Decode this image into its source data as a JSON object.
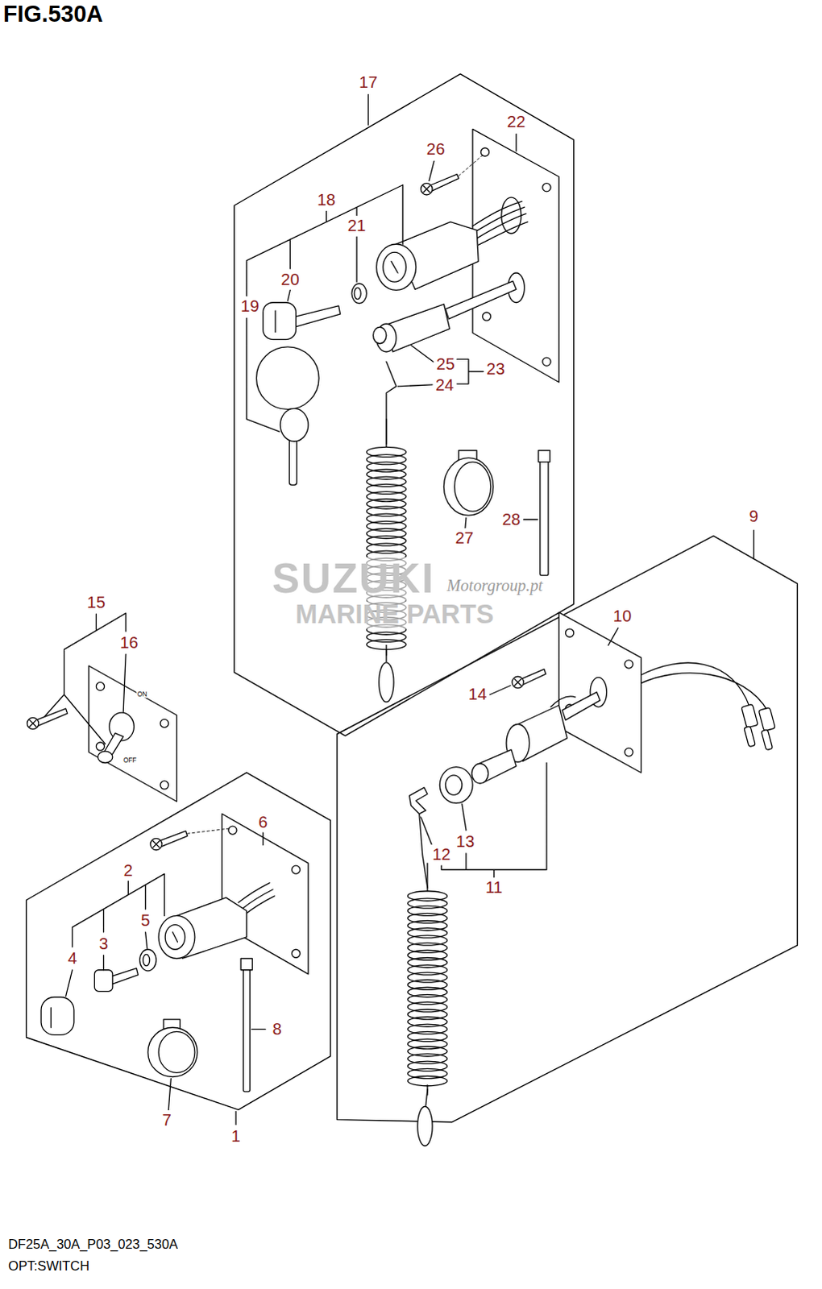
{
  "diagram": {
    "title": "FIG.530A",
    "caption": "DF25A_30A_P03_023_530A",
    "labels": [
      "17",
      "22",
      "26",
      "18",
      "21",
      "20",
      "19",
      "25",
      "23",
      "24",
      "27",
      "28",
      "SUZUKI",
      "Motorgroup.pt",
      "MARINE PARTS",
      "9",
      "15",
      "10",
      "16",
      "14",
      "ON",
      "OFF",
      "13",
      "12",
      "6",
      "2",
      "11",
      "5",
      "3",
      "4",
      "8",
      "7",
      "1",
      "OPT:SWITCH"
    ]
  }
}
